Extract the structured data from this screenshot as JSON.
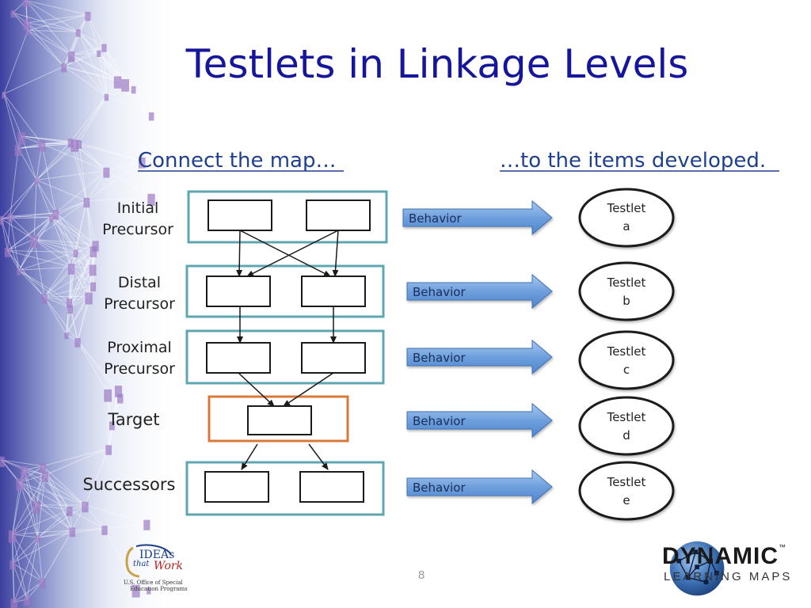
{
  "slide": {
    "title": "Testlets in Linkage Levels",
    "left_heading": "Connect the map…",
    "right_heading": "…to the items developed.",
    "page_number": "8"
  },
  "levels": [
    {
      "label_line1": "Initial",
      "label_line2": "Precursor",
      "behavior": "Behavior",
      "testlet_line1": "Testlet",
      "testlet_line2": "a"
    },
    {
      "label_line1": "Distal",
      "label_line2": "Precursor",
      "behavior": "Behavior",
      "testlet_line1": "Testlet",
      "testlet_line2": "b"
    },
    {
      "label_line1": "Proximal",
      "label_line2": "Precursor",
      "behavior": "Behavior",
      "testlet_line1": "Testlet",
      "testlet_line2": "c"
    },
    {
      "label_line1": "Target",
      "label_line2": "",
      "behavior": "Behavior",
      "testlet_line1": "Testlet",
      "testlet_line2": "d"
    },
    {
      "label_line1": "Successors",
      "label_line2": "",
      "behavior": "Behavior",
      "testlet_line1": "Testlet",
      "testlet_line2": "e"
    }
  ],
  "logos": {
    "ideas_line1": "IDEAs",
    "ideas_line2": "that",
    "ideas_line3": "Work",
    "ideas_sub1": "U.S. Office of Special",
    "ideas_sub2": "Education Programs",
    "dlm_main": "DYNAMIC",
    "dlm_tm": "™",
    "dlm_sub": "LEARNING MAPS"
  },
  "colors": {
    "title": "#16169a",
    "heading": "#1f3f8f",
    "level_border": "#5fa7b0",
    "target_border": "#d9783a",
    "behavior_arrow": "#5b94d8",
    "behavior_text": "#1a2d5a"
  }
}
